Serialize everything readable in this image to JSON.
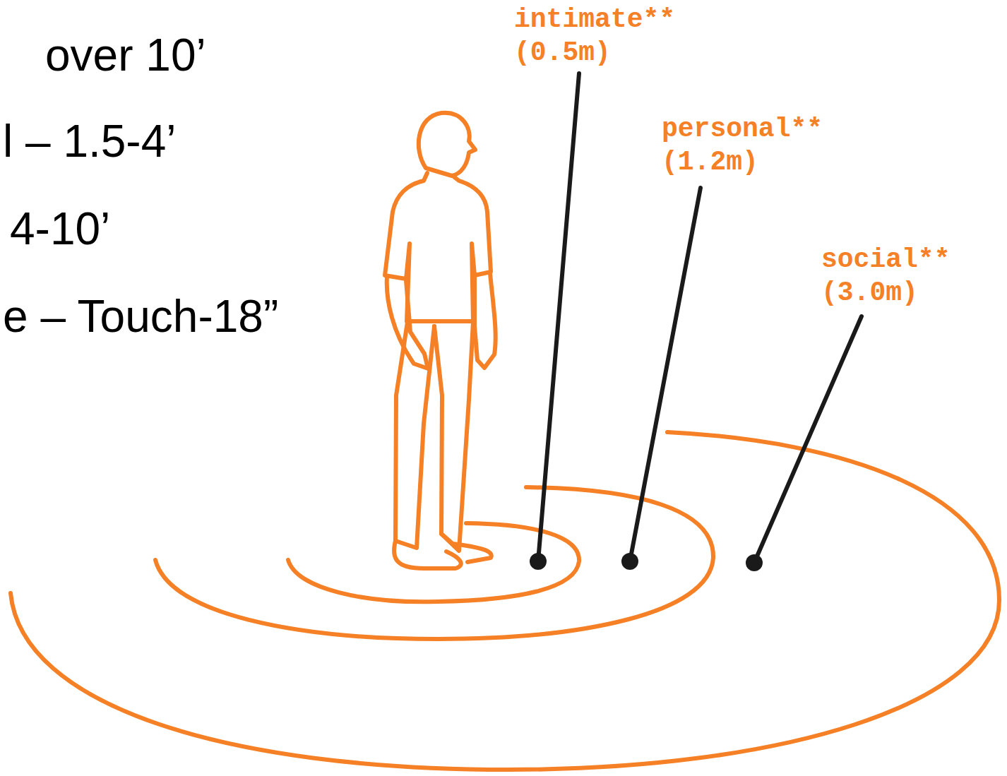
{
  "diagram": {
    "labels": [
      "over 10’",
      "l – 1.5-4’",
      "4-10’",
      "e – Touch-18”",
      "intimate**",
      "(0.5m)",
      "personal**",
      "(1.2m)",
      "social**",
      "(3.0m)"
    ]
  }
}
